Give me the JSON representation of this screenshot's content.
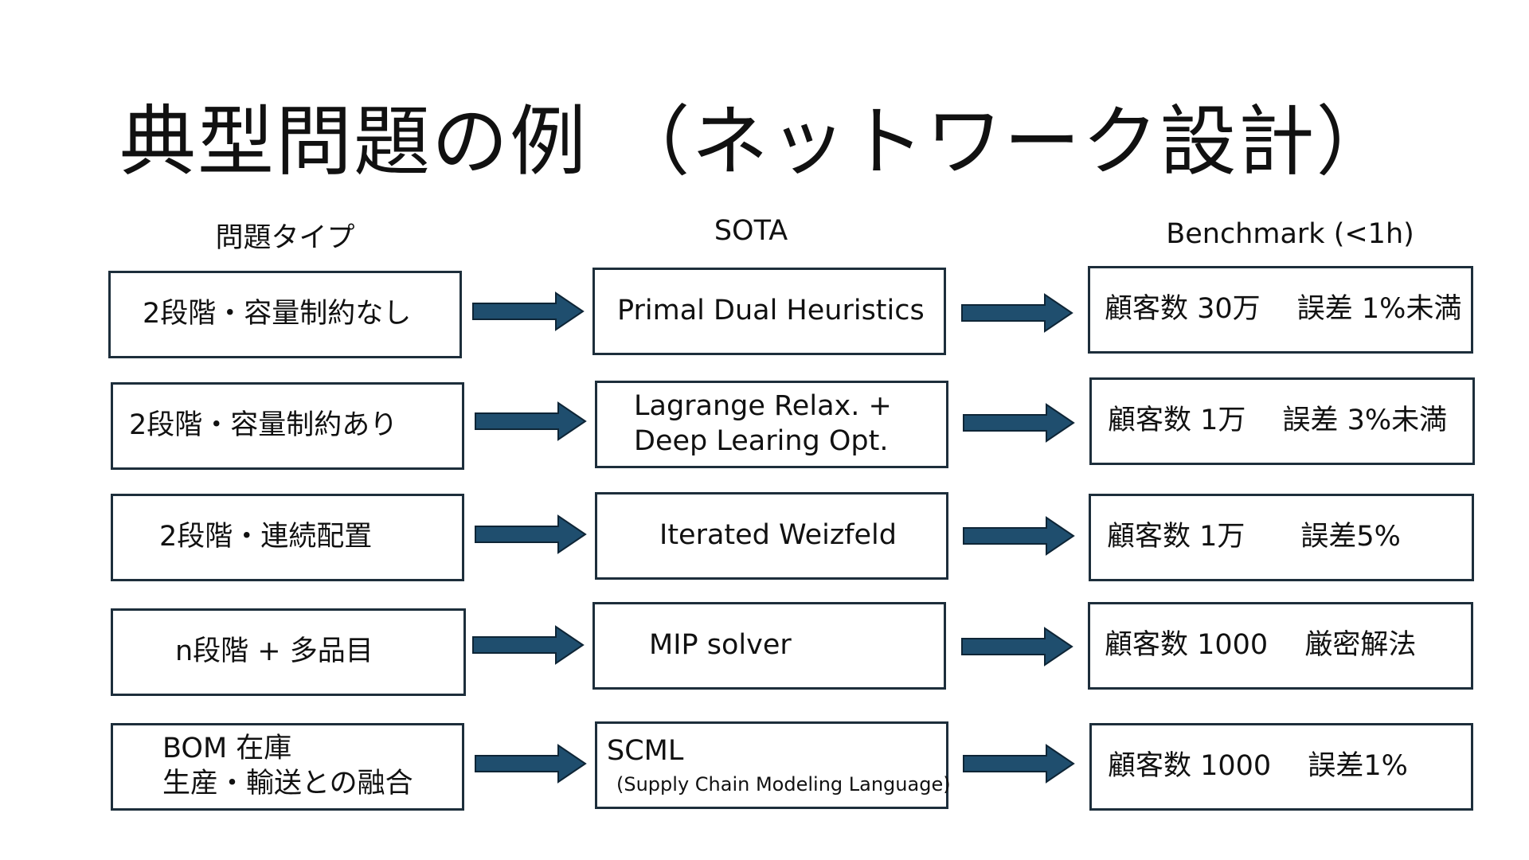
{
  "title": "典型問題の例 （ネットワーク設計）",
  "headers": {
    "problem": "問題タイプ",
    "sota": "SOTA",
    "benchmark": "Benchmark (<1h)"
  },
  "colors": {
    "box_border": "#1d2e3b",
    "arrow_fill": "#1f4e6e",
    "arrow_stroke": "#0e2536"
  },
  "rows": [
    {
      "problem": [
        "2段階・容量制約なし"
      ],
      "sota": [
        "Primal Dual Heuristics"
      ],
      "sota_note": "",
      "benchmark": [
        "顧客数 30万　 誤差 1%未満"
      ]
    },
    {
      "problem": [
        "2段階・容量制約あり"
      ],
      "sota": [
        "Lagrange Relax. +",
        "Deep Learing Opt."
      ],
      "sota_note": "",
      "benchmark": [
        "顧客数 1万　 誤差 3%未満"
      ]
    },
    {
      "problem": [
        "2段階・連続配置"
      ],
      "sota": [
        "Iterated Weizfeld"
      ],
      "sota_note": "",
      "benchmark": [
        "顧客数 1万　　誤差5%"
      ]
    },
    {
      "problem": [
        "n段階 + 多品目"
      ],
      "sota": [
        "MIP solver"
      ],
      "sota_note": "",
      "benchmark": [
        "顧客数 1000　 厳密解法"
      ]
    },
    {
      "problem": [
        "BOM 在庫",
        "生産・輸送との融合"
      ],
      "sota": [
        "SCML"
      ],
      "sota_note": "(Supply Chain Modeling Language)",
      "benchmark": [
        "顧客数 1000　 誤差1%"
      ]
    }
  ]
}
